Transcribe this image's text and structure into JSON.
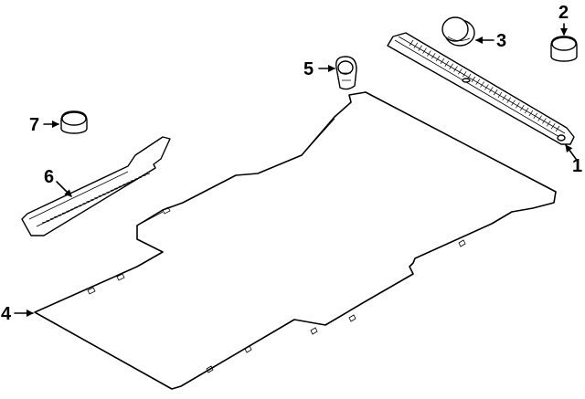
{
  "diagram": {
    "callouts": [
      {
        "id": "c1",
        "label": "1",
        "part": "rear-step-sill-plate"
      },
      {
        "id": "c2",
        "label": "2",
        "part": "plug-cap"
      },
      {
        "id": "c3",
        "label": "3",
        "part": "round-cover-cap"
      },
      {
        "id": "c4",
        "label": "4",
        "part": "floor-mat"
      },
      {
        "id": "c5",
        "label": "5",
        "part": "clip-retainer"
      },
      {
        "id": "c6",
        "label": "6",
        "part": "side-step-sill-plate"
      },
      {
        "id": "c7",
        "label": "7",
        "part": "plug-cap"
      }
    ]
  }
}
